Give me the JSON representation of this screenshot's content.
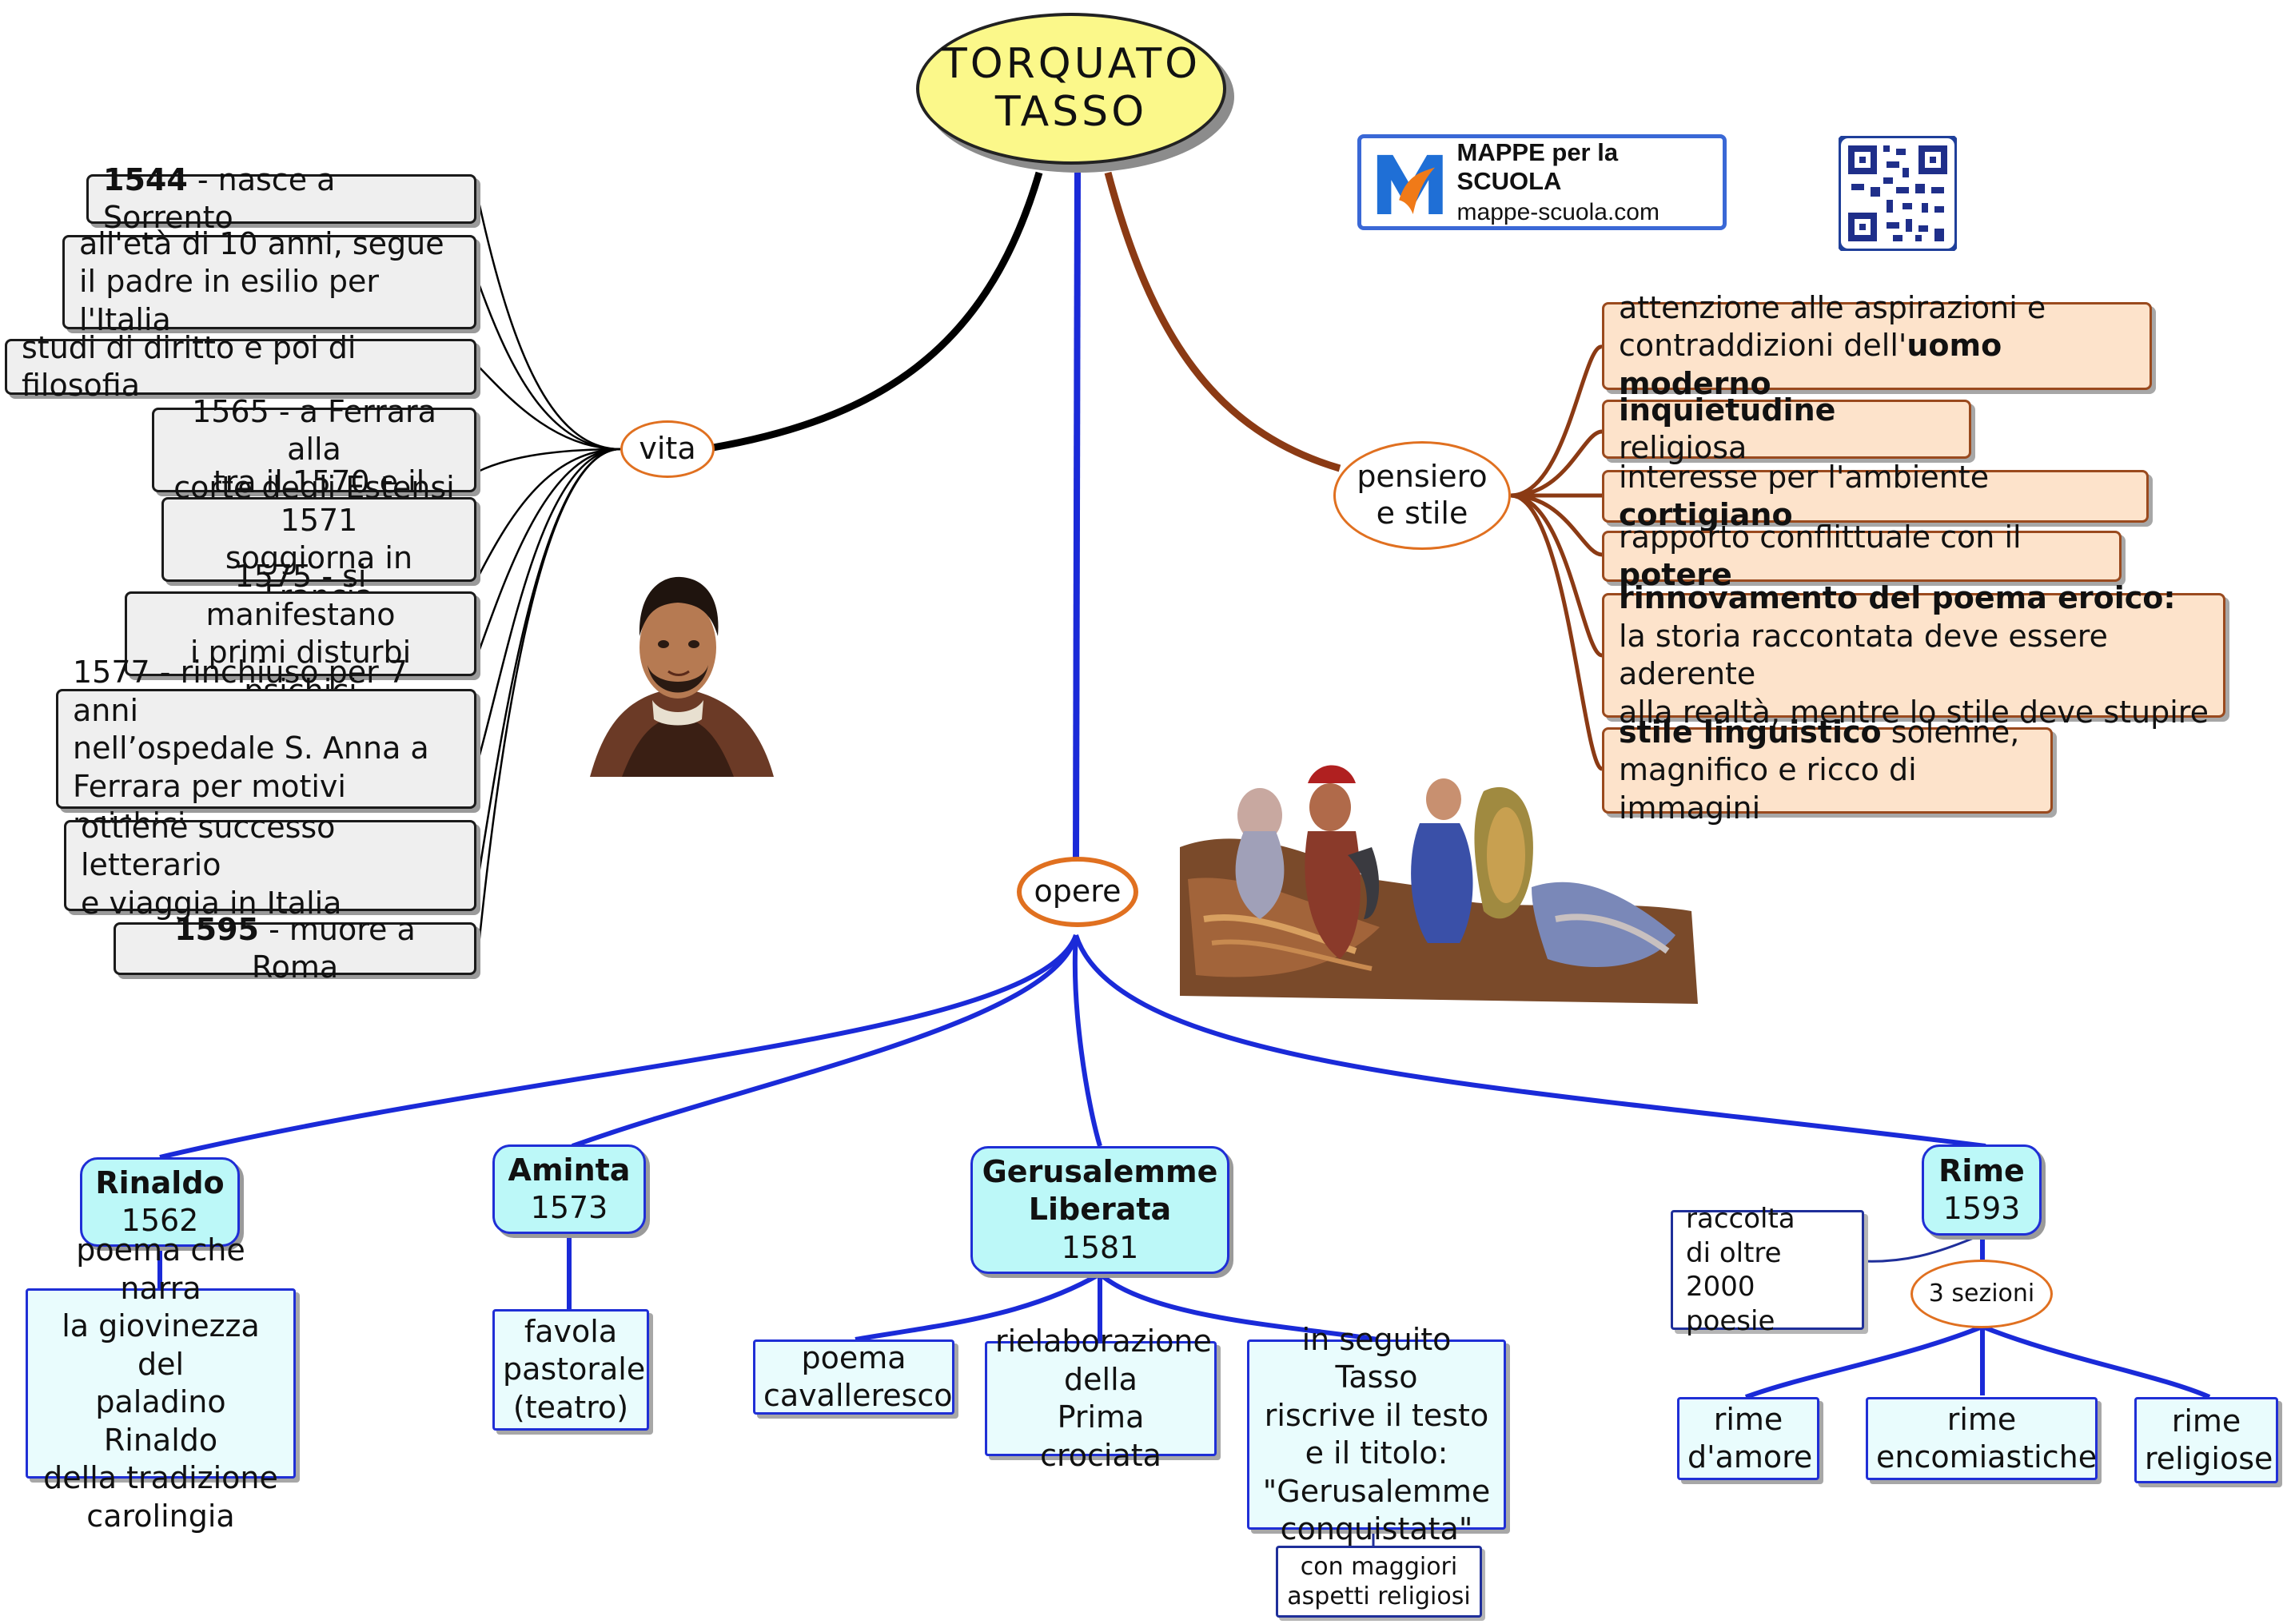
{
  "central": {
    "line1": "TORQUATO",
    "line2": "TASSO"
  },
  "brand": {
    "title": "MAPPE per la SCUOLA",
    "url": "mappe-scuola.com",
    "colors": {
      "blue": "#1f6fd6",
      "orange": "#f07a18"
    }
  },
  "qr": {
    "icon": "qr-code-icon"
  },
  "colors": {
    "vita": "#000000",
    "pensiero": "#8b3a14",
    "opere": "#1a2ad8",
    "oval_border": "#e07020"
  },
  "vita": {
    "label": "vita",
    "events": [
      {
        "bold": "1544",
        "rest": " - nasce a Sorrento"
      },
      {
        "line1": "all'età di 10 anni, segue",
        "line2": "il padre in esilio per l'Italia"
      },
      {
        "line1": "studi di diritto e poi di filosofia"
      },
      {
        "line1": "1565 - a Ferrara alla",
        "line2": "corte degli Estensi"
      },
      {
        "line1": "tra il 1570 e il 1571",
        "line2": "soggiorna in Francia"
      },
      {
        "line1": "1575 - si manifestano",
        "line2": "i primi disturbi psichici"
      },
      {
        "line1": "1577 - rinchiuso per 7 anni",
        "line2": "nell’ospedale S. Anna a",
        "line3": "Ferrara per motivi psichici"
      },
      {
        "line1": "ottiene successo letterario",
        "line2": "e viaggia in Italia"
      },
      {
        "bold": "1595",
        "rest": " - muore a Roma"
      }
    ]
  },
  "pensiero": {
    "line1": "pensiero",
    "line2": "e stile",
    "items": [
      {
        "line1": "attenzione alle aspirazioni e",
        "pre": "contraddizioni dell'",
        "bold": "uomo moderno"
      },
      {
        "bold": "inquietudine",
        "post": " religiosa"
      },
      {
        "pre": "interesse per l'ambiente ",
        "bold": "cortigiano"
      },
      {
        "pre": "rapporto conflittuale con il ",
        "bold": "potere"
      },
      {
        "bold": "rinnovamento del poema eroico:",
        "line2": "la storia raccontata deve essere aderente",
        "line3": "alla realtà, mentre lo stile deve stupire"
      },
      {
        "bold": "stile linguistico",
        "post": " solenne,",
        "line2": "magnifico e ricco di immagini"
      }
    ]
  },
  "opere": {
    "label": "opere",
    "rinaldo": {
      "title": "Rinaldo",
      "year": "1562",
      "desc": [
        "poema che narra",
        "la giovinezza del",
        "paladino Rinaldo",
        "della tradizione",
        "carolingia"
      ]
    },
    "aminta": {
      "title": "Aminta",
      "year": "1573",
      "desc": [
        "favola",
        "pastorale",
        "(teatro)"
      ]
    },
    "gerusalemme": {
      "title1": "Gerusalemme",
      "title2": "Liberata",
      "year": "1581",
      "desc1": [
        "poema",
        "cavalleresco"
      ],
      "desc2": [
        "rielaborazione",
        "della",
        "Prima crociata"
      ],
      "desc3": [
        "in seguito Tasso",
        "riscrive il testo",
        "e il titolo:",
        "\"Gerusalemme",
        "conquistata\""
      ],
      "note": [
        "con maggiori",
        "aspetti religiosi"
      ]
    },
    "rime": {
      "title": "Rime",
      "year": "1593",
      "raccolta": [
        "raccolta",
        "di oltre",
        "2000 poesie"
      ],
      "sezioni": "3 sezioni",
      "sub1": [
        "rime",
        "d'amore"
      ],
      "sub2": [
        "rime",
        "encomiastiche"
      ],
      "sub3": [
        "rime",
        "religiose"
      ]
    }
  },
  "images": {
    "portrait": "portrait-image",
    "painting": "painting-image"
  }
}
